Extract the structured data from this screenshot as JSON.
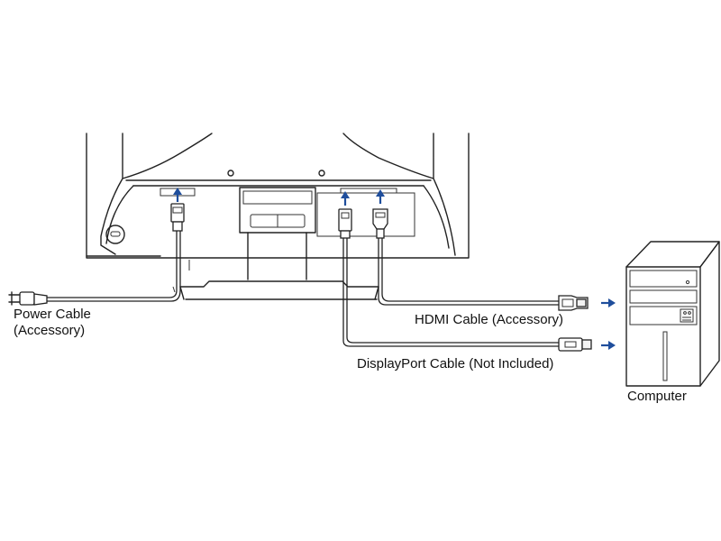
{
  "labels": {
    "power_cable_line1": "Power Cable",
    "power_cable_line2": "(Accessory)",
    "hdmi_cable": "HDMI Cable (Accessory)",
    "displayport_cable": "DisplayPort Cable (Not Included)",
    "computer": "Computer"
  },
  "colors": {
    "arrow": "#1f4e9c",
    "line": "#222222"
  },
  "icons": {
    "insert_arrow": "arrow-up-icon",
    "connect_arrow": "arrow-right-icon"
  }
}
